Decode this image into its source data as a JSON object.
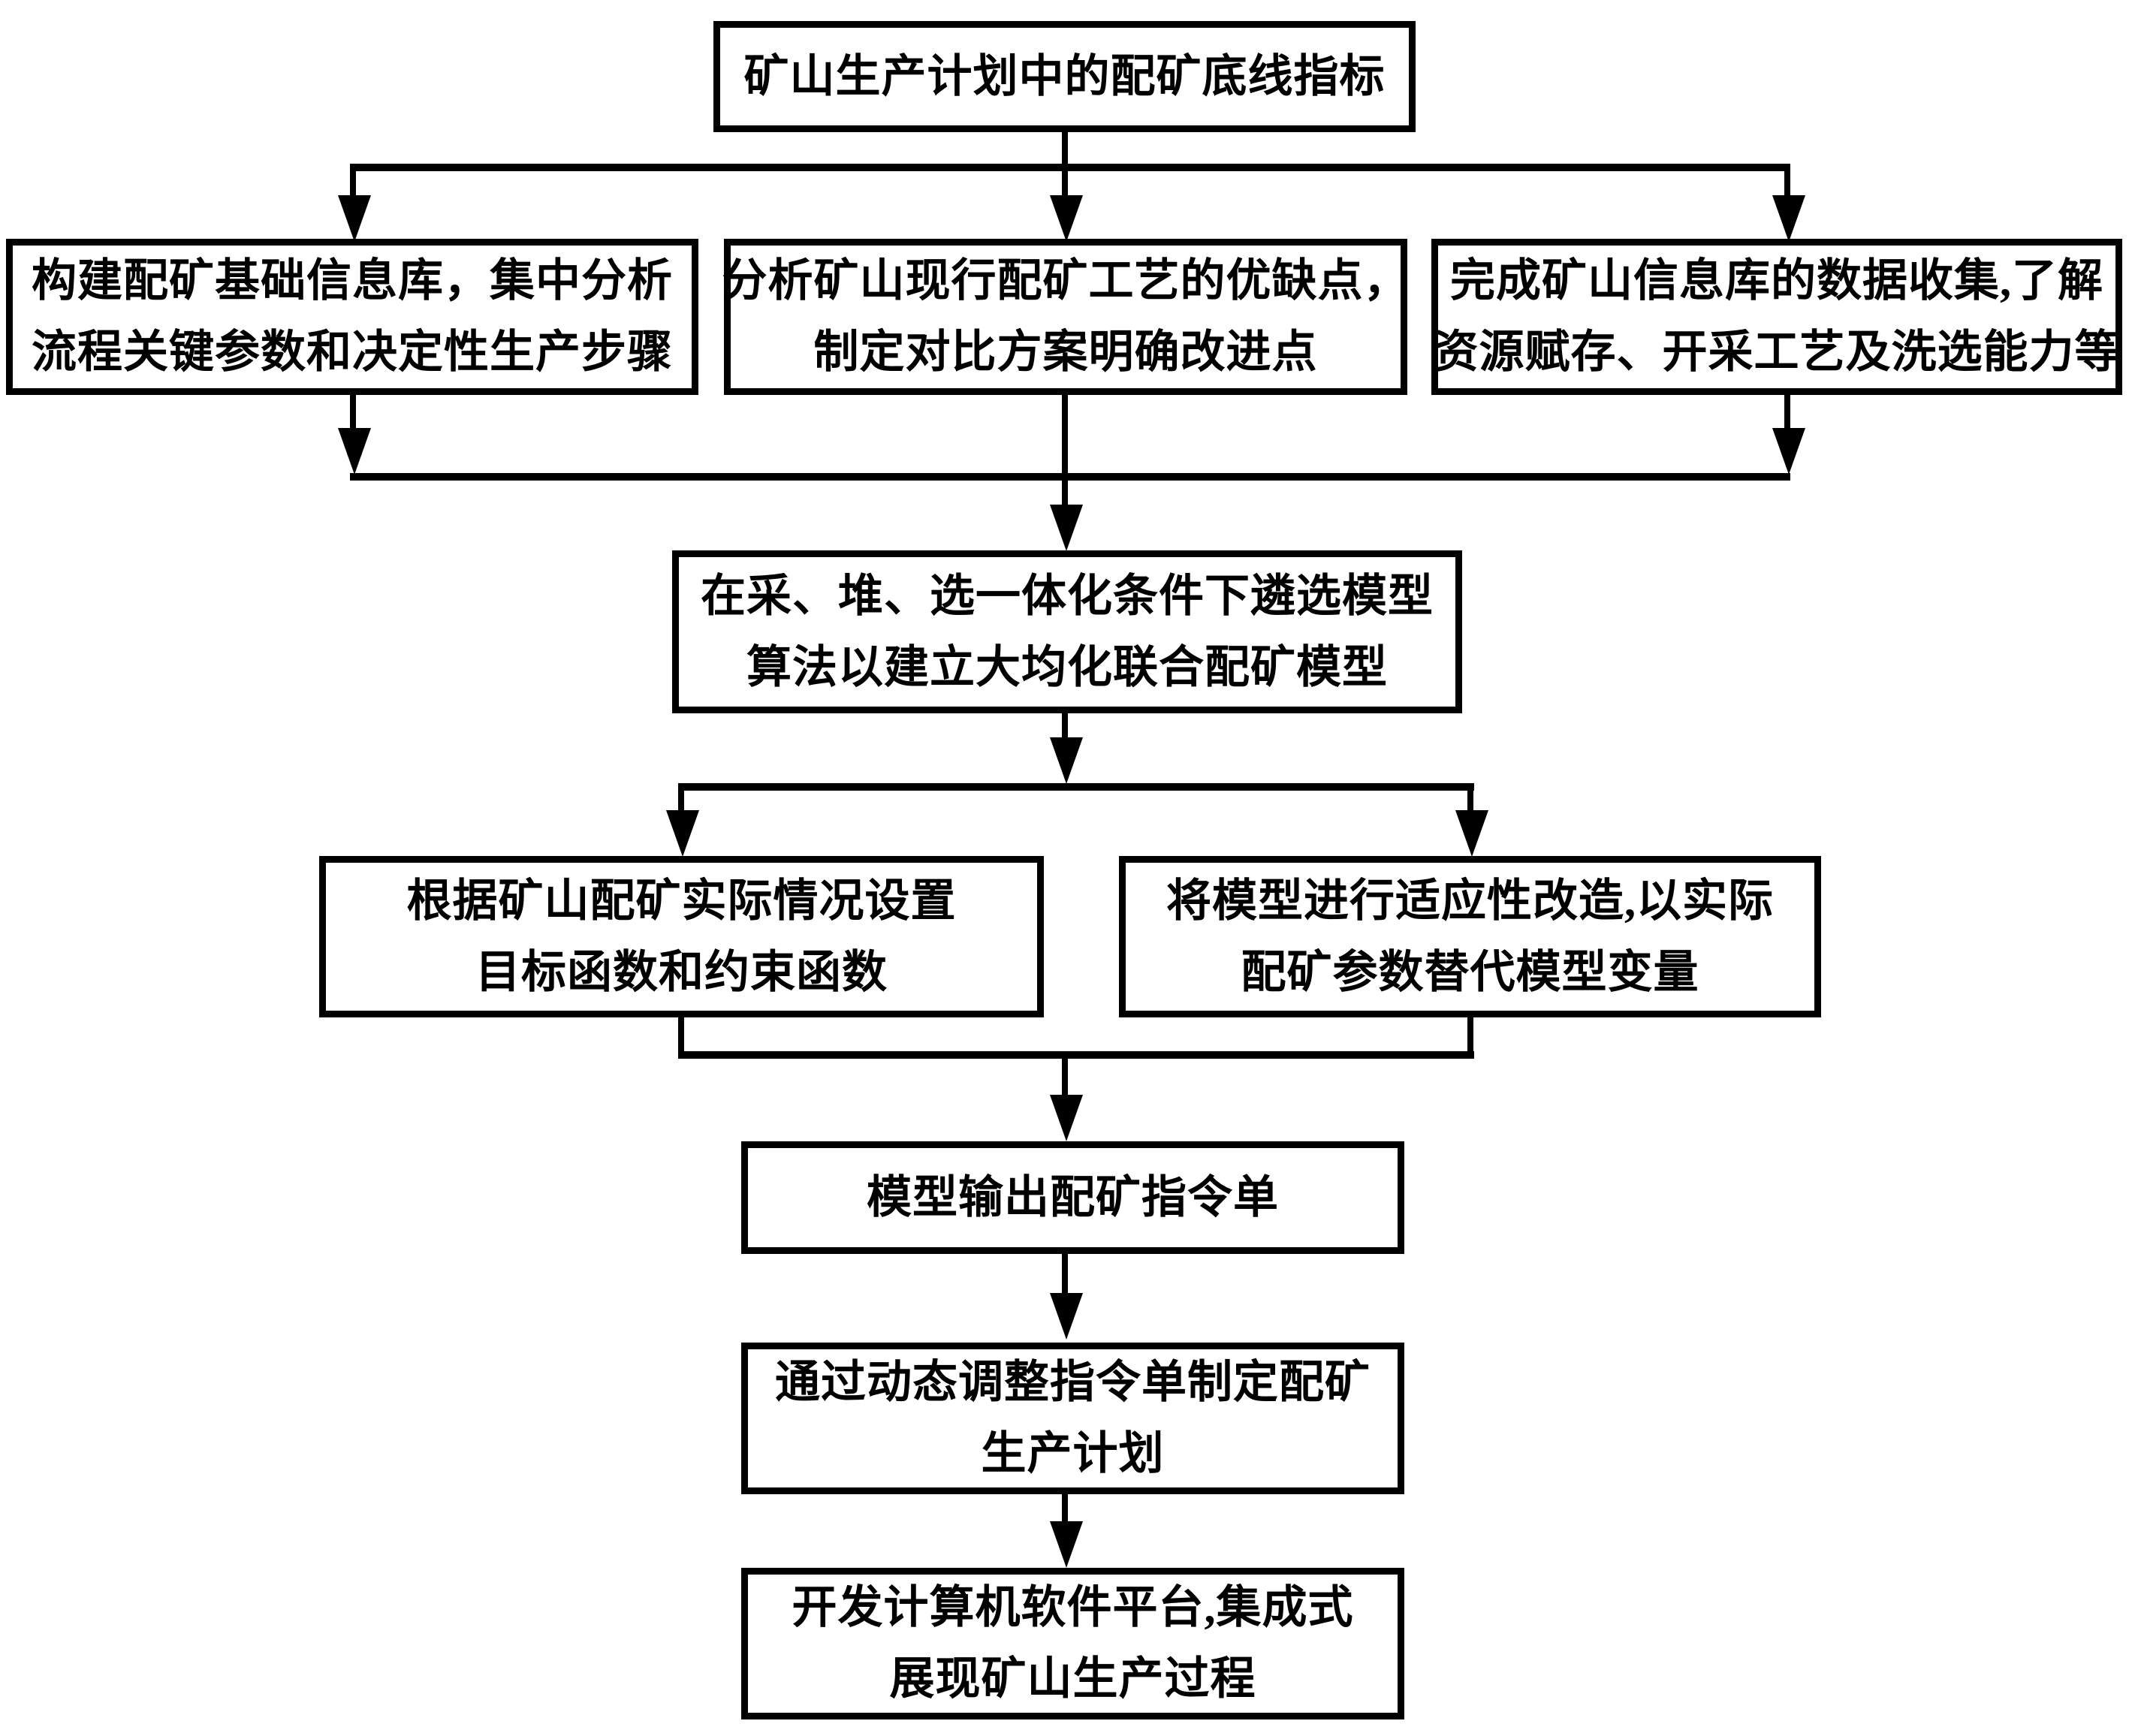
{
  "colors": {
    "line": "#000000",
    "box_background": "#ffffff",
    "text": "#000000",
    "page_background": "#ffffff"
  },
  "nodes": {
    "baseline": {
      "lines": [
        "矿山生产计划中的配矿底线指标"
      ]
    },
    "build_db": {
      "lines": [
        "构建配矿基础信息库，集中分析",
        "流程关键参数和决定性生产步骤"
      ]
    },
    "analyze": {
      "lines": [
        "分析矿山现行配矿工艺的优缺点，",
        "制定对比方案明确改进点"
      ]
    },
    "collect": {
      "lines": [
        "完成矿山信息库的数据收集,了解",
        "资源赋存、开采工艺及洗选能力等"
      ]
    },
    "model": {
      "lines": [
        "在采、堆、选一体化条件下遴选模型",
        "算法以建立大均化联合配矿模型"
      ]
    },
    "functions": {
      "lines": [
        "根据矿山配矿实际情况设置",
        "目标函数和约束函数"
      ]
    },
    "adapt": {
      "lines": [
        "将模型进行适应性改造,以实际",
        "配矿参数替代模型变量"
      ]
    },
    "output": {
      "lines": [
        "模型输出配矿指令单"
      ]
    },
    "plan": {
      "lines": [
        "通过动态调整指令单制定配矿",
        "生产计划"
      ]
    },
    "software": {
      "lines": [
        "开发计算机软件平台,集成式",
        "展现矿山生产过程"
      ]
    }
  },
  "edges": [
    {
      "from": "baseline",
      "to": "build_db"
    },
    {
      "from": "baseline",
      "to": "analyze"
    },
    {
      "from": "baseline",
      "to": "collect"
    },
    {
      "from": "build_db",
      "to": "model"
    },
    {
      "from": "analyze",
      "to": "model"
    },
    {
      "from": "collect",
      "to": "model"
    },
    {
      "from": "model",
      "to": "functions"
    },
    {
      "from": "model",
      "to": "adapt"
    },
    {
      "from": "functions",
      "to": "output"
    },
    {
      "from": "adapt",
      "to": "output"
    },
    {
      "from": "output",
      "to": "plan"
    },
    {
      "from": "plan",
      "to": "software"
    }
  ]
}
